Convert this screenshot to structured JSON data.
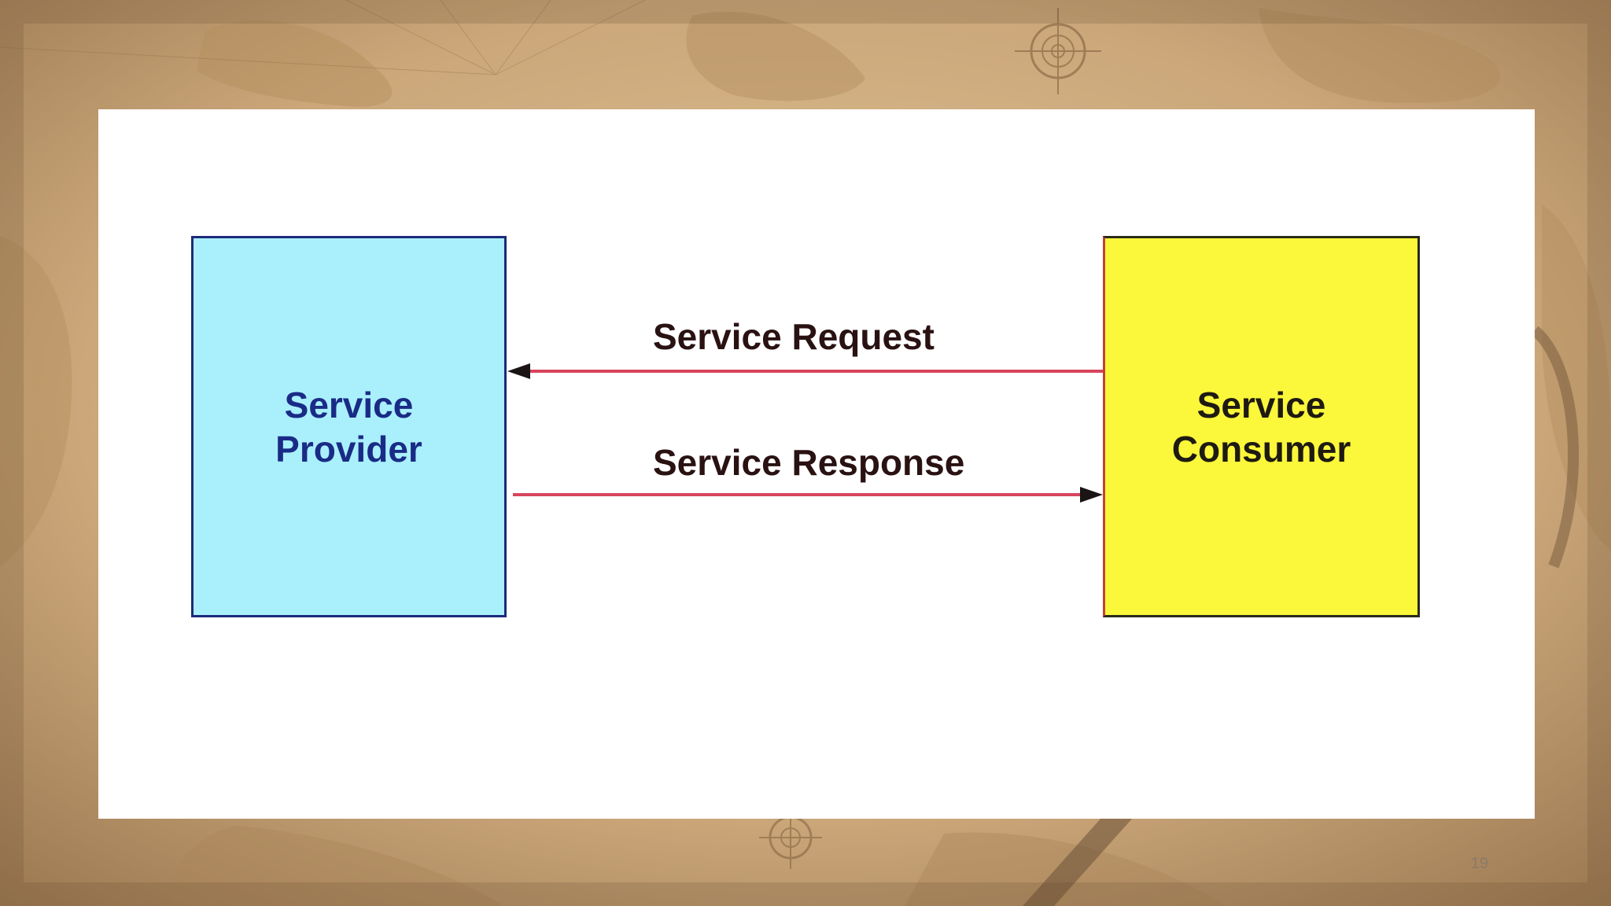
{
  "diagram": {
    "provider": {
      "line1": "Service",
      "line2": "Provider"
    },
    "consumer": {
      "line1": "Service",
      "line2": "Consumer"
    },
    "request_label": "Service Request",
    "response_label": "Service Response"
  },
  "slide": {
    "page_number": "19"
  },
  "colors": {
    "provider_fill": "#aaf0fc",
    "consumer_fill": "#fbf73a",
    "arrow_line": "#d6455c",
    "background": "#c9a878"
  }
}
